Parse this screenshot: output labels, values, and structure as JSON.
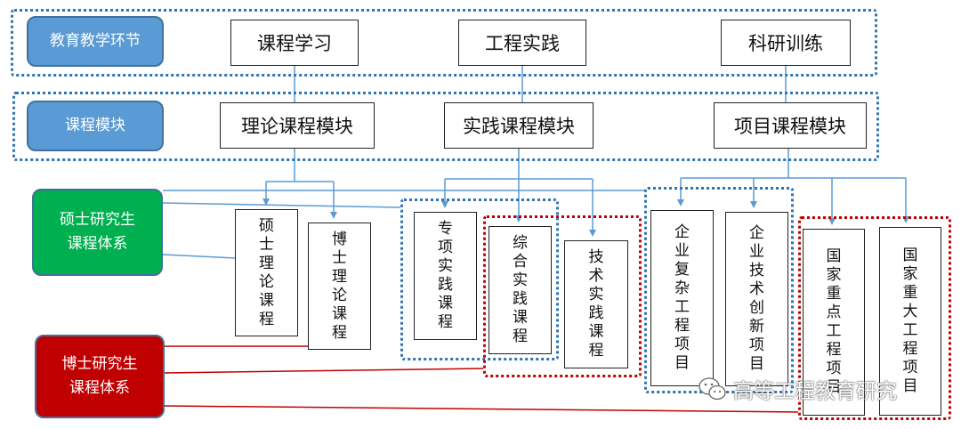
{
  "colors": {
    "blue_pill": "#5B9BD5",
    "green_pill": "#00B050",
    "red_pill": "#C00000",
    "blue_dotted": "#2E75B6",
    "red_dotted": "#C00000",
    "blue_line": "#5B9BD5",
    "red_line": "#C00000",
    "box_border": "#222222"
  },
  "rows": {
    "teaching_label": "教育教学环节",
    "module_label": "课程模块",
    "master_label": "硕士研究生\n课程体系",
    "phd_label": "博士研究生\n课程体系"
  },
  "teaching": {
    "course_study": "课程学习",
    "engineering_practice": "工程实践",
    "research_training": "科研训练"
  },
  "modules": {
    "theory": "理论课程模块",
    "practice": "实践课程模块",
    "project": "项目课程模块"
  },
  "courses": {
    "master_theory": "硕士理论课程",
    "phd_theory": "博士理论课程",
    "special_practice": "专项实践课程",
    "comprehensive_practice": "综合实践课程",
    "technical_practice": "技术实践课程",
    "enterprise_complex": "企业复杂工程项目",
    "enterprise_innovation": "企业技术创新项目",
    "national_key": "国家重点工程项目",
    "national_major": "国家重大工程项目"
  },
  "watermark": {
    "text": "高等工程教育研究",
    "icon": "wechat-icon"
  }
}
